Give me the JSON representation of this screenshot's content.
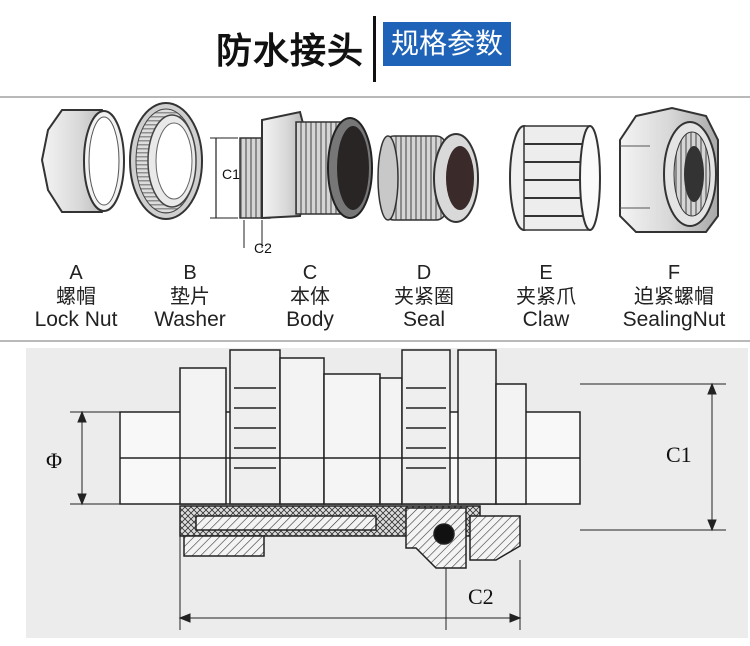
{
  "header": {
    "title": "防水接头",
    "badge": "规格参数",
    "badge_color": "#1f63b8"
  },
  "parts": [
    {
      "letter": "A",
      "name_cn": "螺帽",
      "name_en": "Lock Nut"
    },
    {
      "letter": "B",
      "name_cn": "垫片",
      "name_en": "Washer"
    },
    {
      "letter": "C",
      "name_cn": "本体",
      "name_en": "Body"
    },
    {
      "letter": "D",
      "name_cn": "夹紧圈",
      "name_en": "Seal"
    },
    {
      "letter": "E",
      "name_cn": "夹紧爪",
      "name_en": "Claw"
    },
    {
      "letter": "F",
      "name_cn": "迫紧螺帽",
      "name_en": "SealingNut"
    }
  ],
  "photo_dims": {
    "c1": "C1",
    "c2": "C2"
  },
  "drawing_dims": {
    "phi": "Φ",
    "c1": "C1",
    "c2": "C2"
  }
}
